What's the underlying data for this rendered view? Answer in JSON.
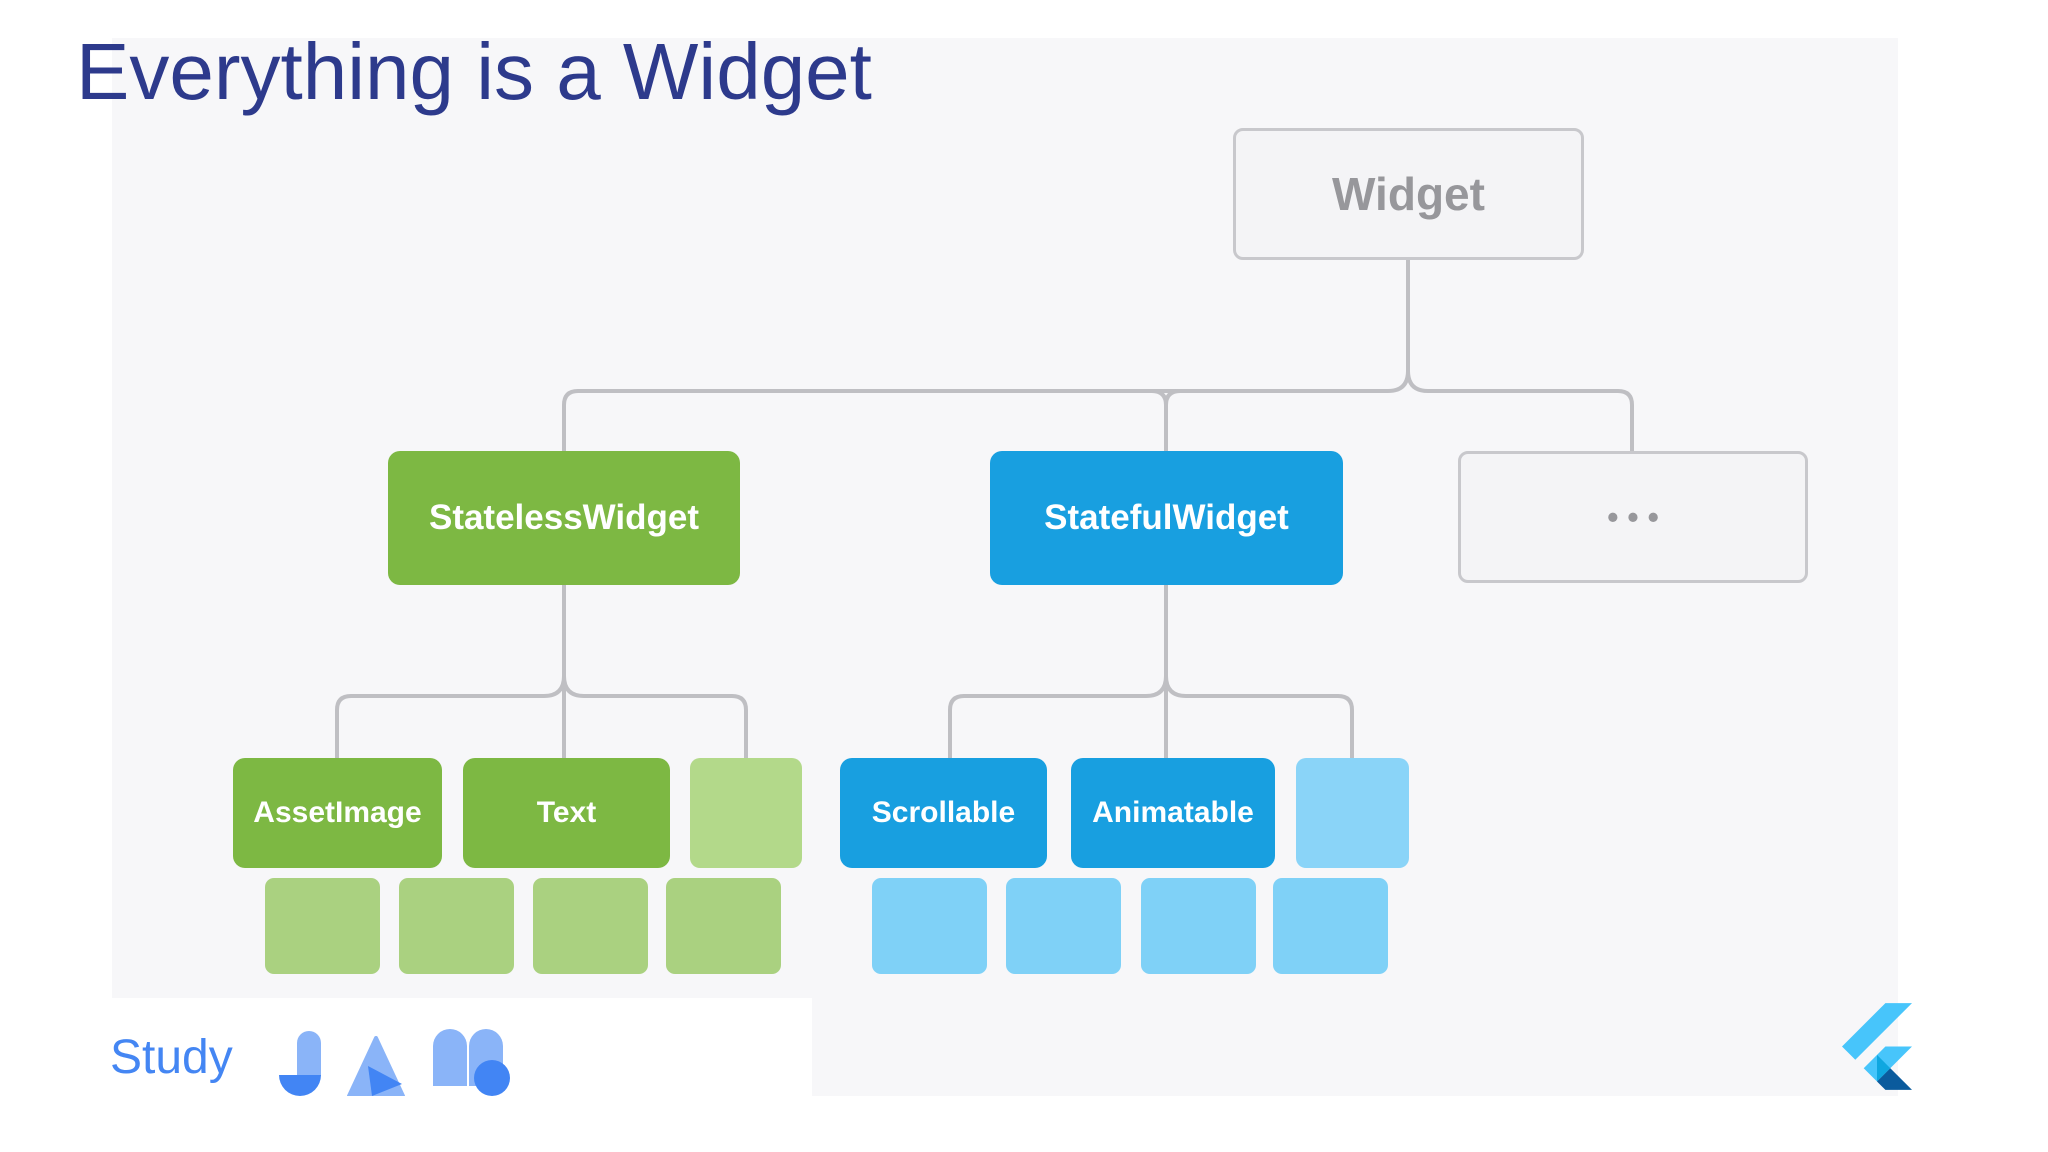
{
  "title": "Everything is a Widget",
  "diagram": {
    "root": {
      "label": "Widget"
    },
    "branches": [
      {
        "label": "StatelessWidget",
        "color": "#7db843"
      },
      {
        "label": "StatefulWidget",
        "color": "#189fe0"
      },
      {
        "label": "•••",
        "color": "#f4f4f6"
      }
    ],
    "stateless_children": [
      {
        "label": "AssetImage"
      },
      {
        "label": "Text"
      },
      {
        "label": ""
      }
    ],
    "stateful_children": [
      {
        "label": "Scrollable"
      },
      {
        "label": "Animatable"
      },
      {
        "label": ""
      }
    ],
    "stateless_grandchildren_count": 4,
    "stateful_grandchildren_count": 4
  },
  "footer": {
    "study_label": "Study",
    "logos": [
      "studyjam-j-icon",
      "studyjam-a-icon",
      "studyjam-m-icon",
      "flutter-icon"
    ]
  },
  "colors": {
    "title": "#2d3a8c",
    "slide_background": "#f7f7f9",
    "green": "#7db843",
    "green_light_tile": "#aad180",
    "green_light_box": "#b3d98a",
    "blue": "#189fe0",
    "blue_light_tile": "#7fd1f7",
    "blue_light_box": "#8ad4f8",
    "gray_box_bg": "#f4f4f6",
    "gray_box_border": "#c8c8cc",
    "gray_box_text": "#97979b",
    "connector": "#bfbfc3",
    "dots_text": "#47626f",
    "study_blue": "#4486f3",
    "jam_light_blue": "#8ab4f8",
    "jam_dark_blue": "#4285f4",
    "flutter_light": "#47c5fb",
    "flutter_mid": "#0fa7e0",
    "flutter_dark": "#0b5b9d"
  }
}
